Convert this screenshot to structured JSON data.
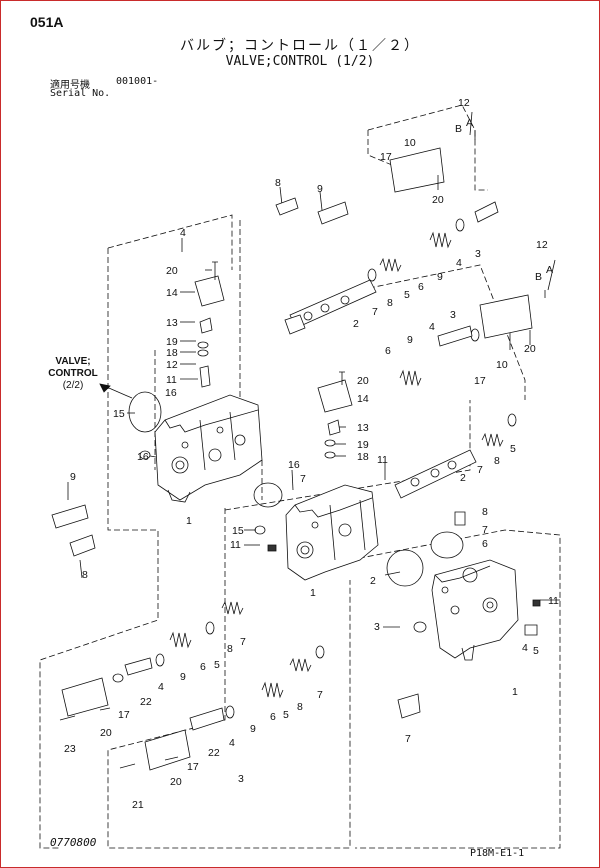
{
  "header": {
    "code": "051A",
    "title_ja": "バルブ；コントロール（１／２）",
    "title_en": "VALVE;CONTROL (1/2)",
    "serial_label_ja": "適用号機",
    "serial_value": "001001-",
    "serial_label_en": "Serial No."
  },
  "reference": {
    "line1": "VALVE;",
    "line2": "CONTROL",
    "line3": "(2/2)"
  },
  "footer": {
    "drawing_no": "0770800",
    "page_ref": "P18M-E1-1"
  },
  "callouts": {
    "c1": "1",
    "c2": "2",
    "c3": "3",
    "c4": "4",
    "c5": "5",
    "c6": "6",
    "c7": "7",
    "c8": "8",
    "c9": "9",
    "c10": "10",
    "c11": "11",
    "c12": "12",
    "c13": "13",
    "c14": "14",
    "c15": "15",
    "c16": "16",
    "c17": "17",
    "c18": "18",
    "c19": "19",
    "c20": "20",
    "c21": "21",
    "c22": "22",
    "c23": "23",
    "cA": "A",
    "cB": "B"
  }
}
